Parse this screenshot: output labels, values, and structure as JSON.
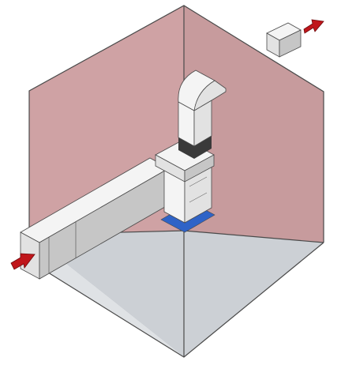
{
  "diagram": {
    "colors": {
      "background": "#ffffff",
      "wall_left": "#cfa2a4",
      "wall_back": "#c79b9d",
      "wall_right": "#b5898b",
      "floor": "#ccd0d5",
      "floor_front": "#dfe2e5",
      "edge": "#4a4a4a",
      "duct_light": "#f4f4f4",
      "duct_mid": "#e2e2e2",
      "duct_dark": "#c6c6c6",
      "duct_band": "#3a3a3a",
      "base_plate": "#2f63c7",
      "arrow": "#c0161b",
      "arrow_edge": "#6e0a0d"
    },
    "arrows": [
      {
        "name": "supply-inlet-arrow",
        "direction": "in"
      },
      {
        "name": "exhaust-outlet-arrow",
        "direction": "out"
      }
    ]
  }
}
